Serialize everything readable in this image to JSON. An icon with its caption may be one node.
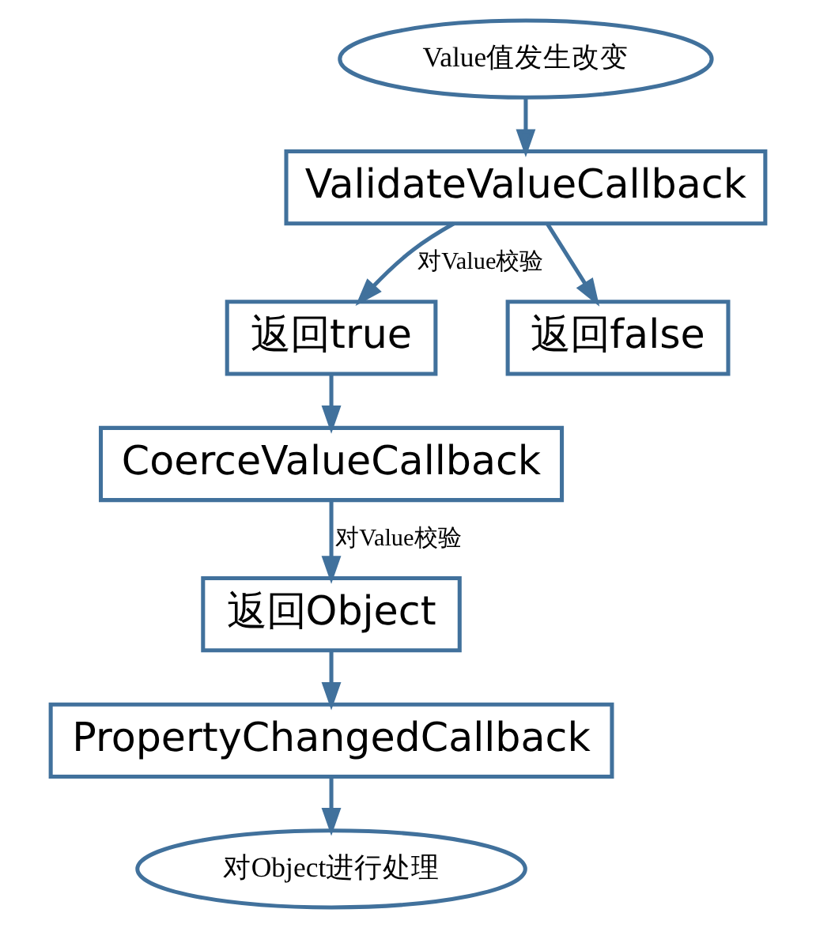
{
  "diagram": {
    "nodes": [
      {
        "text": [
          "Value值发生改变"
        ]
      },
      {
        "text": [
          "ValidateValueCallback"
        ]
      },
      {
        "text": [
          "返回true"
        ]
      },
      {
        "text": [
          "返回false"
        ]
      },
      {
        "text": [
          "CoerceValueCallback"
        ]
      },
      {
        "text": [
          "返回Object"
        ]
      },
      {
        "text": [
          "PropertyChangedCallback"
        ]
      },
      {
        "text": [
          "对Object进行处理"
        ]
      }
    ],
    "edges": [
      {
        "from": 0,
        "to": 1,
        "arrow": "to"
      },
      {
        "from": 1,
        "to": 2,
        "arrow": "to",
        "label": "对Value校验"
      },
      {
        "from": 1,
        "to": 3,
        "arrow": "to"
      },
      {
        "from": 2,
        "to": 4,
        "arrow": "to"
      },
      {
        "from": 4,
        "to": 5,
        "arrow": "to",
        "label": "对Value校验"
      },
      {
        "from": 5,
        "to": 6,
        "arrow": "to"
      },
      {
        "from": 6,
        "to": 7,
        "arrow": "to"
      }
    ]
  }
}
